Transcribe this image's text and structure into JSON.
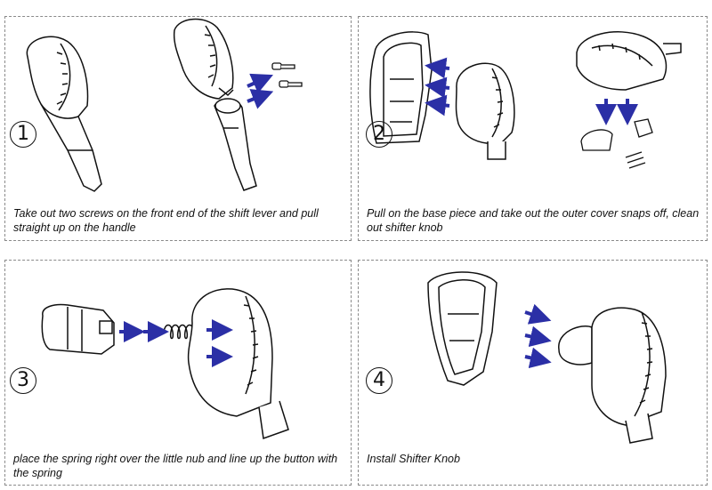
{
  "steps": [
    {
      "number": "1",
      "caption": "Take out two screws on the front end of the shift lever and pull straight up on the handle"
    },
    {
      "number": "2",
      "caption": "Pull on the base piece and take out the outer cover snaps off, clean out shifter knob"
    },
    {
      "number": "3",
      "caption": "place the spring right over the little nub and line up the button with the spring"
    },
    {
      "number": "4",
      "caption": "Install Shifter Knob"
    }
  ],
  "colors": {
    "arrow": "#2b2fa6",
    "line": "#111111",
    "border": "#8a8a8a"
  }
}
